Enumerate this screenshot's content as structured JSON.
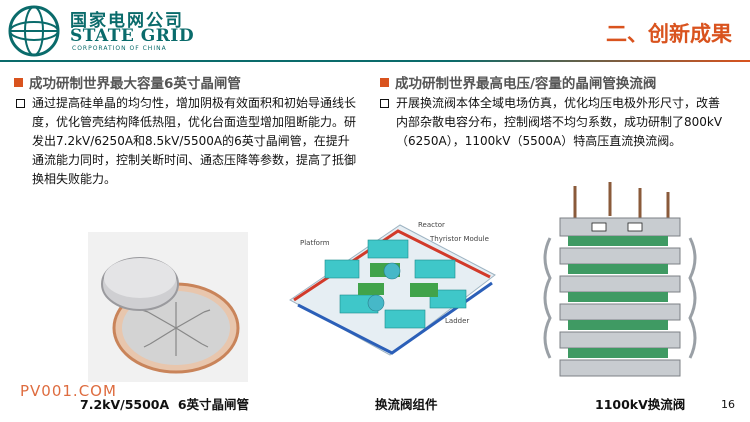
{
  "brand": {
    "name_cn": "国家电网公司",
    "name_en": "State Grid",
    "subtitle": "CORPORATION OF CHINA",
    "color": "#0a6b6b"
  },
  "section_title": "二、创新成果",
  "accent_color": "#d9531e",
  "left": {
    "heading": "成功研制世界最大容量6英寸晶闸管",
    "body": "通过提高硅单晶的均匀性，增加阴极有效面积和初始导通线长度，优化管壳结构降低热阻，优化台面造型增加阻断能力。研发出7.2kV/6250A和8.5kV/5500A的6英寸晶闸管，在提升通流能力同时，控制关断时间、通态压降等参数，提高了抵御换相失败能力。"
  },
  "right": {
    "heading": "成功研制世界最高电压/容量的晶闸管换流阀",
    "body": "开展换流阀本体全域电场仿真，优化均压电极外形尺寸，改善内部杂散电容分布，控制阀塔不均匀系数，成功研制了800kV（6250A），1100kV（5500A）特高压直流换流阀。"
  },
  "images": [
    {
      "caption": "7.2kV/5500A  6英寸晶闸管",
      "icon": "thyristor-disc"
    },
    {
      "caption": "换流阀组件",
      "icon": "valve-module-diagram",
      "labels": [
        "Platform",
        "Reactor",
        "Thyristor Module",
        "Ladder"
      ]
    },
    {
      "caption": "1100kV换流阀",
      "icon": "valve-tower"
    }
  ],
  "watermark": "PV001.COM",
  "page_number": "16"
}
